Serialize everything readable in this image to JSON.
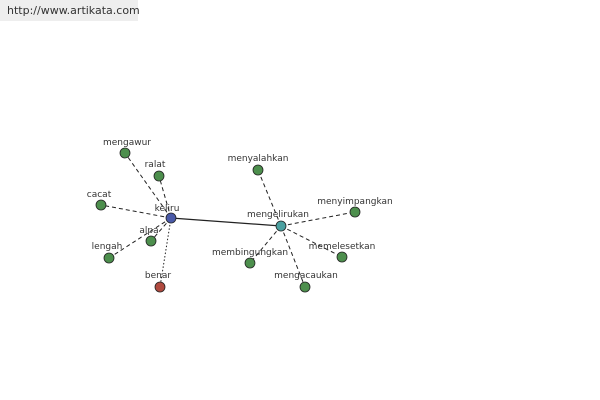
{
  "banner": {
    "url": "http://www.artikata.com"
  },
  "colors": {
    "center_node": "#4a5aa8",
    "primary_node": "#4aa0a0",
    "leaf_node": "#4d8f4d",
    "antonym_node": "#b04a3f",
    "edge": "#222222",
    "node_stroke": "#222222"
  },
  "graph": {
    "nodes": [
      {
        "id": "keliru",
        "label": "keliru",
        "kind": "center"
      },
      {
        "id": "mengelirukan",
        "label": "mengelirukan",
        "kind": "primary"
      },
      {
        "id": "mengawur",
        "label": "mengawur",
        "kind": "leaf"
      },
      {
        "id": "ralat",
        "label": "ralat",
        "kind": "leaf"
      },
      {
        "id": "cacat",
        "label": "cacat",
        "kind": "leaf"
      },
      {
        "id": "lengah",
        "label": "lengah",
        "kind": "leaf"
      },
      {
        "id": "alpa",
        "label": "alpa",
        "kind": "leaf"
      },
      {
        "id": "benar",
        "label": "benar",
        "kind": "antonym"
      },
      {
        "id": "menyalahkan",
        "label": "menyalahkan",
        "kind": "leaf"
      },
      {
        "id": "menyimpangkan",
        "label": "menyimpangkan",
        "kind": "leaf"
      },
      {
        "id": "memelesetkan",
        "label": "memelesetkan",
        "kind": "leaf"
      },
      {
        "id": "membingungkan",
        "label": "membingungkan",
        "kind": "leaf"
      },
      {
        "id": "mengacaukan",
        "label": "mengacaukan",
        "kind": "leaf"
      }
    ],
    "edges": [
      {
        "from": "keliru",
        "to": "mengelirukan",
        "style": "solid"
      },
      {
        "from": "keliru",
        "to": "mengawur",
        "style": "dashed"
      },
      {
        "from": "keliru",
        "to": "ralat",
        "style": "dashed"
      },
      {
        "from": "keliru",
        "to": "cacat",
        "style": "dashed"
      },
      {
        "from": "keliru",
        "to": "lengah",
        "style": "dashed"
      },
      {
        "from": "keliru",
        "to": "alpa",
        "style": "dashed"
      },
      {
        "from": "keliru",
        "to": "benar",
        "style": "dotted"
      },
      {
        "from": "mengelirukan",
        "to": "menyalahkan",
        "style": "dashed"
      },
      {
        "from": "mengelirukan",
        "to": "menyimpangkan",
        "style": "dashed"
      },
      {
        "from": "mengelirukan",
        "to": "memelesetkan",
        "style": "dashed"
      },
      {
        "from": "mengelirukan",
        "to": "membingungkan",
        "style": "dashed"
      },
      {
        "from": "mengelirukan",
        "to": "mengacaukan",
        "style": "dashed"
      }
    ]
  }
}
